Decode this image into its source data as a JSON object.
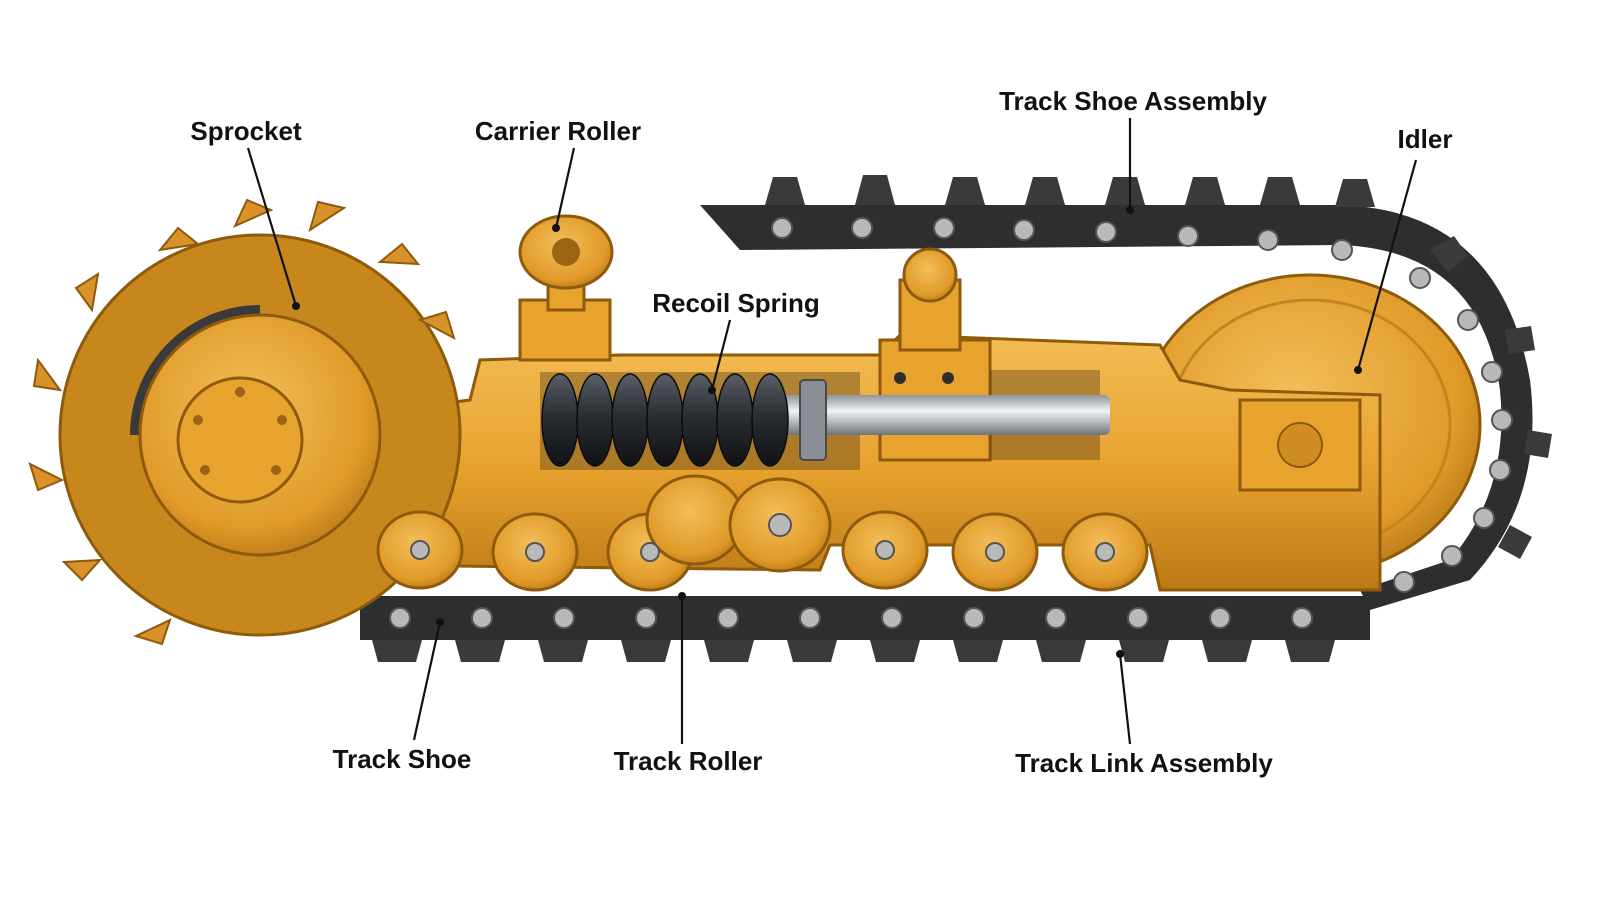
{
  "labels": {
    "sprocket": "Sprocket",
    "carrier_roller": "Carrier Roller",
    "track_shoe_assembly": "Track Shoe Assembly",
    "idler": "Idler",
    "recoil_spring": "Recoil Spring",
    "track_shoe": "Track Shoe",
    "track_roller": "Track Roller",
    "track_link_assembly": "Track Link Assembly"
  },
  "colors": {
    "frame": "#E8A22E",
    "frame_dark": "#B87614",
    "frame_light": "#F3BC55",
    "steel": "#2E2E2E",
    "steel_mid": "#4A4A4A",
    "pin": "#B9B9B9",
    "spring": "#1F2226",
    "rod": "#C9CDD2",
    "label": "#111111"
  },
  "icons": {
    "drive": "sprocket-icon",
    "front": "idler-icon",
    "spring": "spring-icon"
  }
}
